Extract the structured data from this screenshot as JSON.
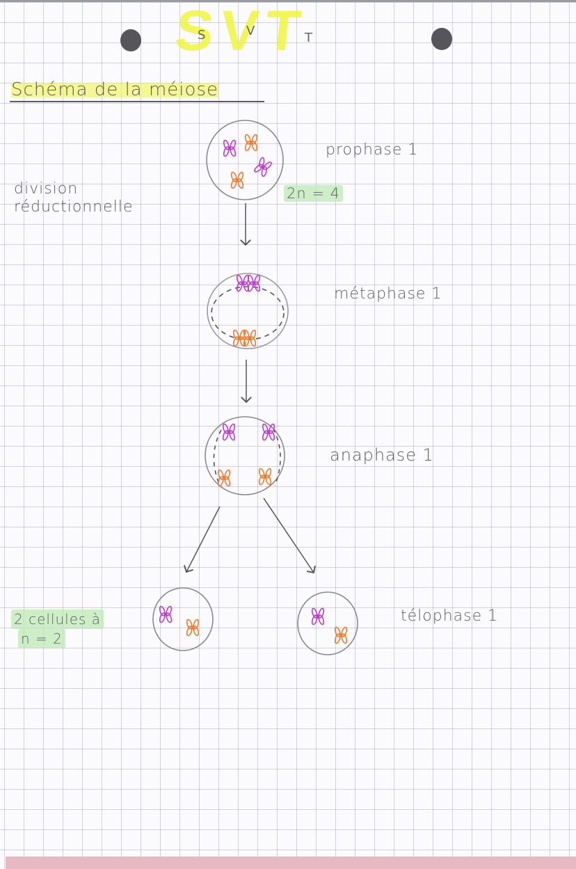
{
  "page": {
    "header": {
      "subject_big": "SVT",
      "subject_letters": [
        "S",
        "V",
        "T"
      ]
    },
    "title": "Schéma de la méiose",
    "side_notes": {
      "division_line1": "division",
      "division_line2": "réductionnelle",
      "result_line1": "2 cellules à",
      "result_line2": "n = 2"
    },
    "phases": [
      {
        "label": "prophase 1",
        "note": "2n = 4"
      },
      {
        "label": "métaphase 1"
      },
      {
        "label": "anaphase 1"
      },
      {
        "label": "télophase 1"
      }
    ],
    "colors": {
      "chromosome_purple": "#c23ad0",
      "chromosome_orange": "#f07a2a",
      "ink": "#5c5c62",
      "highlight_yellow": "#eef55a",
      "highlight_green": "#bae8b0",
      "grid": "#9696b9",
      "bottom_band": "#e6b9c3"
    }
  }
}
